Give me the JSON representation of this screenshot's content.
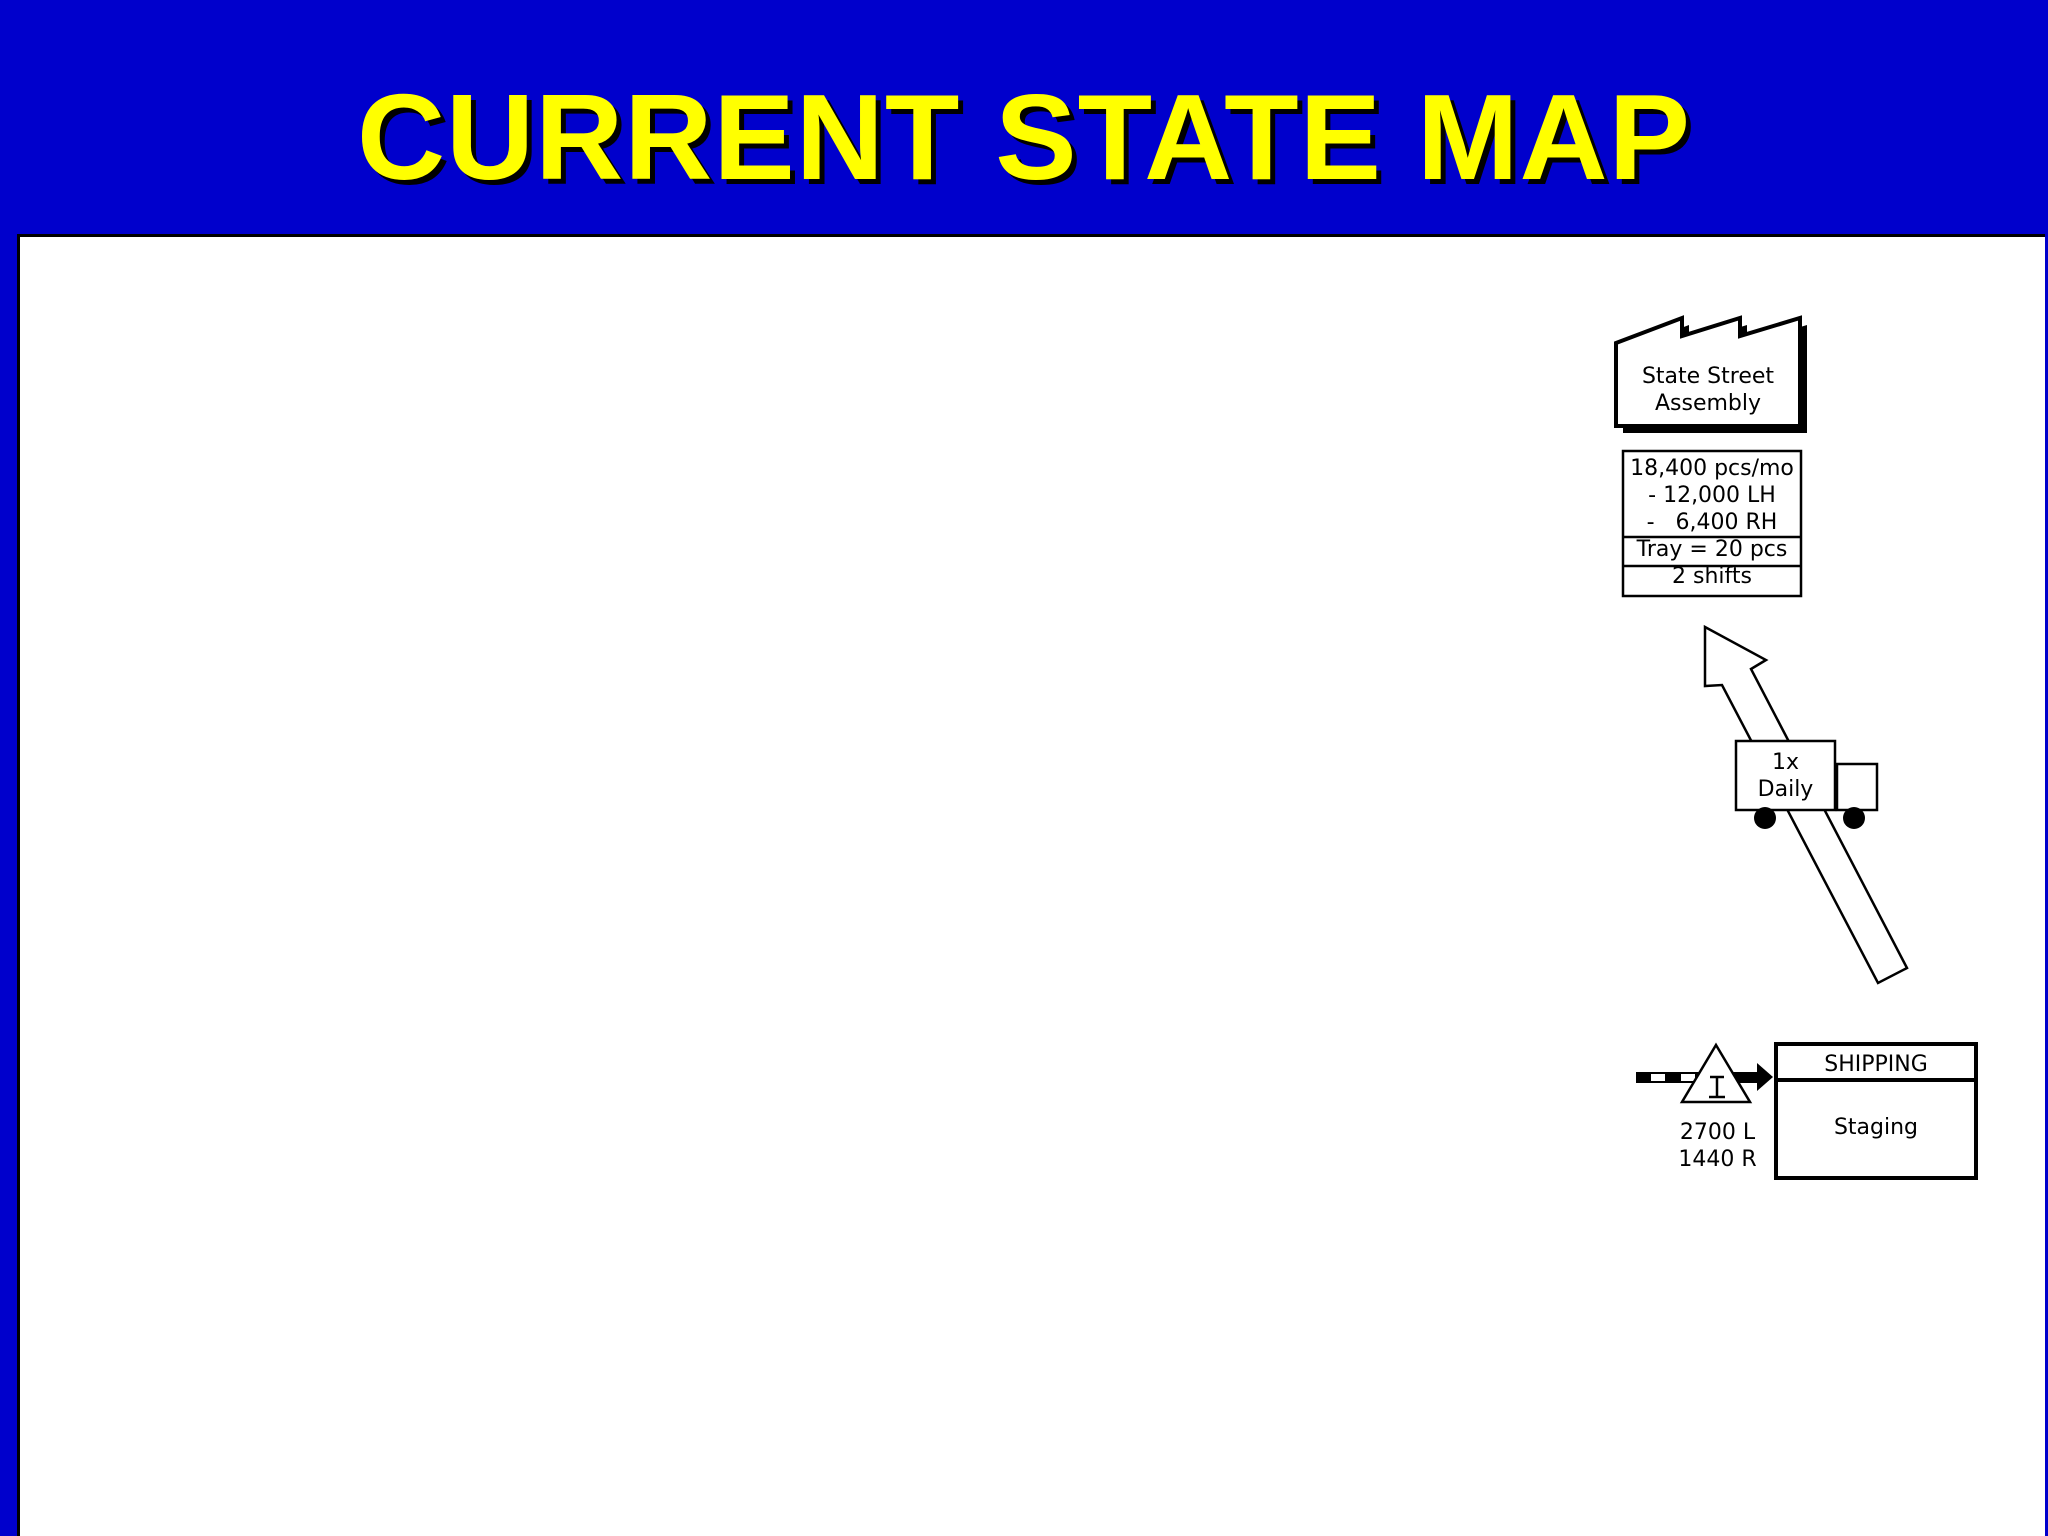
{
  "title": "CURRENT STATE MAP",
  "colors": {
    "header_bg": "#0000CC",
    "title_fill": "#FFFF00",
    "title_shadow": "#000000",
    "canvas_bg": "#FFFFFF",
    "stroke": "#000000"
  },
  "customer": {
    "icon": "factory-icon",
    "name_line1": "State Street",
    "name_line2": "Assembly"
  },
  "data_box": {
    "demand": "18,400 pcs/mo",
    "lh": "- 12,000 LH",
    "rh": "-   6,400 RH",
    "tray": "Tray = 20 pcs",
    "shifts": "2 shifts"
  },
  "shipment": {
    "icon": "truck-icon",
    "frequency_line1": "1x",
    "frequency_line2": "Daily"
  },
  "inventory": {
    "icon": "inventory-triangle-icon",
    "symbol": "I",
    "left_qty": "2700 L",
    "right_qty": "1440 R"
  },
  "shipping_process": {
    "title": "SHIPPING",
    "subtitle": "Staging"
  }
}
